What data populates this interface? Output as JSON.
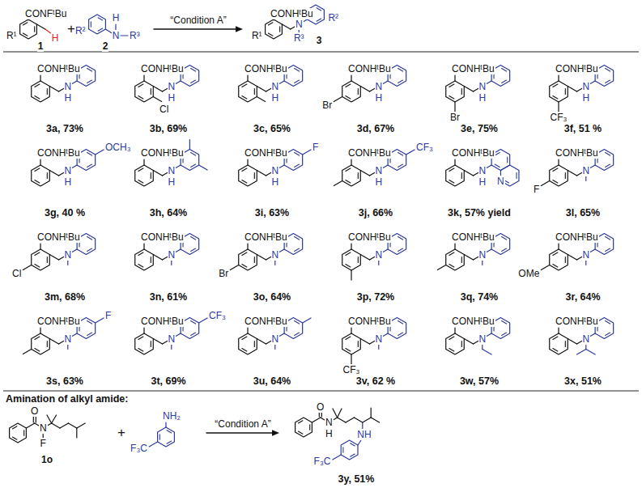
{
  "diagram": {
    "labels": [
      "CONFᵗBu",
      "R¹",
      "H",
      "1",
      "+",
      "N",
      "H",
      "R³",
      "R²",
      "2",
      "“Condition A”",
      "CONHᵗBu",
      "R¹",
      "N",
      "R³",
      "R²",
      "3",
      "CONHᵗBu",
      "N",
      "H",
      "3a, 73%",
      "CONHᵗBu",
      "Cl",
      "N",
      "H",
      "3b, 69%",
      "CONHᵗBu",
      "N",
      "H",
      "3c, 65%",
      "CONHᵗBu",
      "Br",
      "N",
      "H",
      "3d, 67%",
      "CONHᵗBu",
      "Br",
      "N",
      "H",
      "3e, 75%",
      "CONHᵗBu",
      "CF₃",
      "N",
      "H",
      "3f, 51 %",
      "CONHᵗBu",
      "N",
      "H",
      "OCH₃",
      "3g, 40 %",
      "CONHᵗBu",
      "N",
      "H",
      "3h, 64%",
      "CONHᵗBu",
      "N",
      "H",
      "F",
      "3i, 63%",
      "CONHᵗBu",
      "N",
      "H",
      "CF₃",
      "3j, 66%",
      "CONHᵗBu",
      "N",
      "H",
      "N",
      "3k, 57% yield",
      "CONHᵗBu",
      "F",
      "N",
      "3l, 65%",
      "CONHᵗBu",
      "Cl",
      "N",
      "3m, 68%",
      "CONHᵗBu",
      "N",
      "3n, 61%",
      "CONHᵗBu",
      "Br",
      "N",
      "3o, 64%",
      "CONHᵗBu",
      "N",
      "3p, 72%",
      "CONHᵗBu",
      "N",
      "3q, 74%",
      "CONHᵗBu",
      "OMe",
      "N",
      "3r, 64%",
      "CONHᵗBu",
      "N",
      "F",
      "3s, 63%",
      "CONHᵗBu",
      "N",
      "CF₃",
      "3t, 69%",
      "CONHᵗBu",
      "N",
      "3u, 64%",
      "CONHᵗBu",
      "CF₃",
      "N",
      "3v, 62 %",
      "CONHᵗBu",
      "N",
      "3w, 57%",
      "CONHᵗBu",
      "N",
      "3x, 51%",
      "Amination of alkyl amide:",
      "O",
      "N",
      "F",
      "1o",
      "+",
      "NH₂",
      "F₃C",
      "“Condition A”",
      "O",
      "N",
      "H",
      "NH",
      "F₃C",
      "3y, 51%"
    ]
  }
}
